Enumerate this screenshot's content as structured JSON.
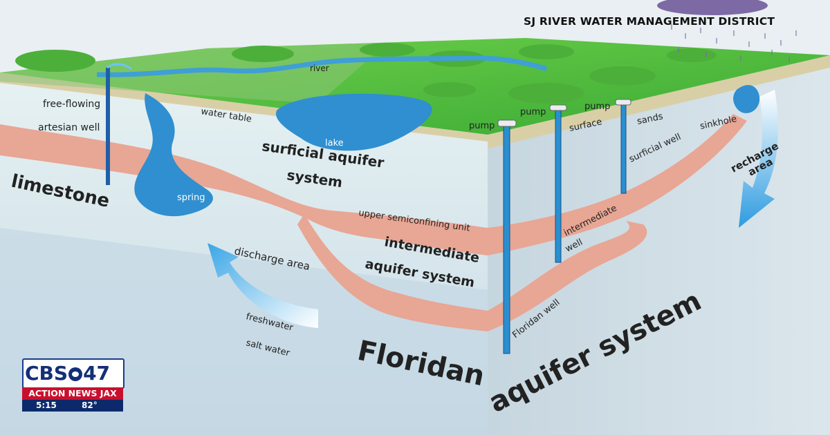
{
  "header": {
    "title": "SJ RIVER WATER MANAGEMENT DISTRICT"
  },
  "labels": {
    "river": "river",
    "lake": "lake",
    "water_table": "water table",
    "free_flowing_1": "free-flowing",
    "free_flowing_2": "artesian well",
    "limestone": "limestone",
    "spring": "spring",
    "surficial_1": "surficial aquifer",
    "surficial_2": "system",
    "upper_semiconfining": "upper semiconfining unit",
    "intermediate_sys_1": "intermediate",
    "intermediate_sys_2": "aquifer system",
    "discharge_area": "discharge area",
    "freshwater": "freshwater",
    "salt_water": "salt water",
    "floridan": "Floridan",
    "aquifer_system": "aquifer system",
    "pump_1": "pump",
    "pump_2": "pump",
    "pump_3": "pump",
    "surface": "surface",
    "sands": "sands",
    "surficial_well": "surficial well",
    "intermediate_well_1": "intermediate",
    "intermediate_well_2": "well",
    "floridan_well": "Floridan well",
    "sinkhole": "sinkhole",
    "recharge_1": "recharge",
    "recharge_2": "area"
  },
  "broadcast": {
    "network": "CBS",
    "channel": "47",
    "newsname": "ACTION NEWS JAX",
    "time": "5:15",
    "temperature": "82°"
  },
  "colors": {
    "ground": "#5fc63b",
    "water": "#2f8fd0",
    "semiconfining": "#e8a694",
    "aquifer": "#d3e3ea",
    "brand_blue": "#142f78",
    "brand_red": "#c8102e"
  }
}
